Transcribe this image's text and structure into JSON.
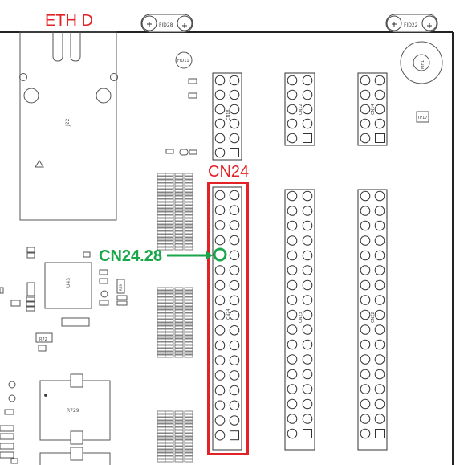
{
  "labels": {
    "eth": "ETH D",
    "cn24_title": "CN24",
    "cn24_pin": "CN24.28",
    "j22": "J22",
    "u43": "U43",
    "r729": "R729",
    "fid28": "FID28",
    "fid22": "FID22",
    "fid11": "FID11",
    "mh1": "MH1",
    "tp17": "TP17",
    "cn_small_a": "CN18",
    "cn_small_b": "CN12",
    "cn_small_c": "CN14",
    "cn_main_a": "CN24",
    "cn_main_b": "CN23",
    "cn_main_c": "CN22",
    "r72": "R72",
    "r69": "R69"
  },
  "colors": {
    "highlight_red": "#e32228",
    "callout_green": "#1aa64a",
    "outline": "#333333"
  }
}
